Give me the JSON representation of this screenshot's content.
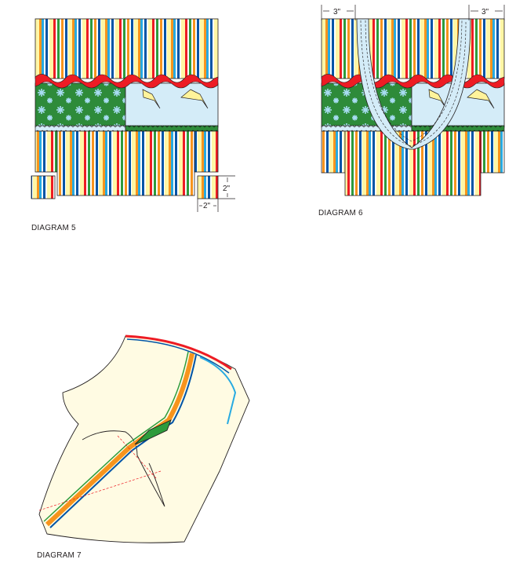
{
  "diagrams": [
    {
      "label": "DIAGRAM 5",
      "dimensions": {
        "height": "2\"",
        "width": "2\""
      }
    },
    {
      "label": "DIAGRAM 6",
      "dimensions": {
        "left_strap_offset": "3\"",
        "right_strap_offset": "3\""
      }
    },
    {
      "label": "DIAGRAM 7"
    }
  ],
  "colors": {
    "stripe_yellow": "#FFF6A5",
    "stripe_orange": "#F7941D",
    "stripe_blue": "#0054A6",
    "stripe_red": "#ED1C24",
    "stripe_green": "#2E9B3C",
    "stripe_lightblue": "#27AAE1",
    "rickrack": "#ED1C24",
    "floral_green": "#2E8B3A",
    "light_blue": "#D4ECF8",
    "kite_yellow": "#FFF39A",
    "bag_cream": "#FFFBE3"
  }
}
